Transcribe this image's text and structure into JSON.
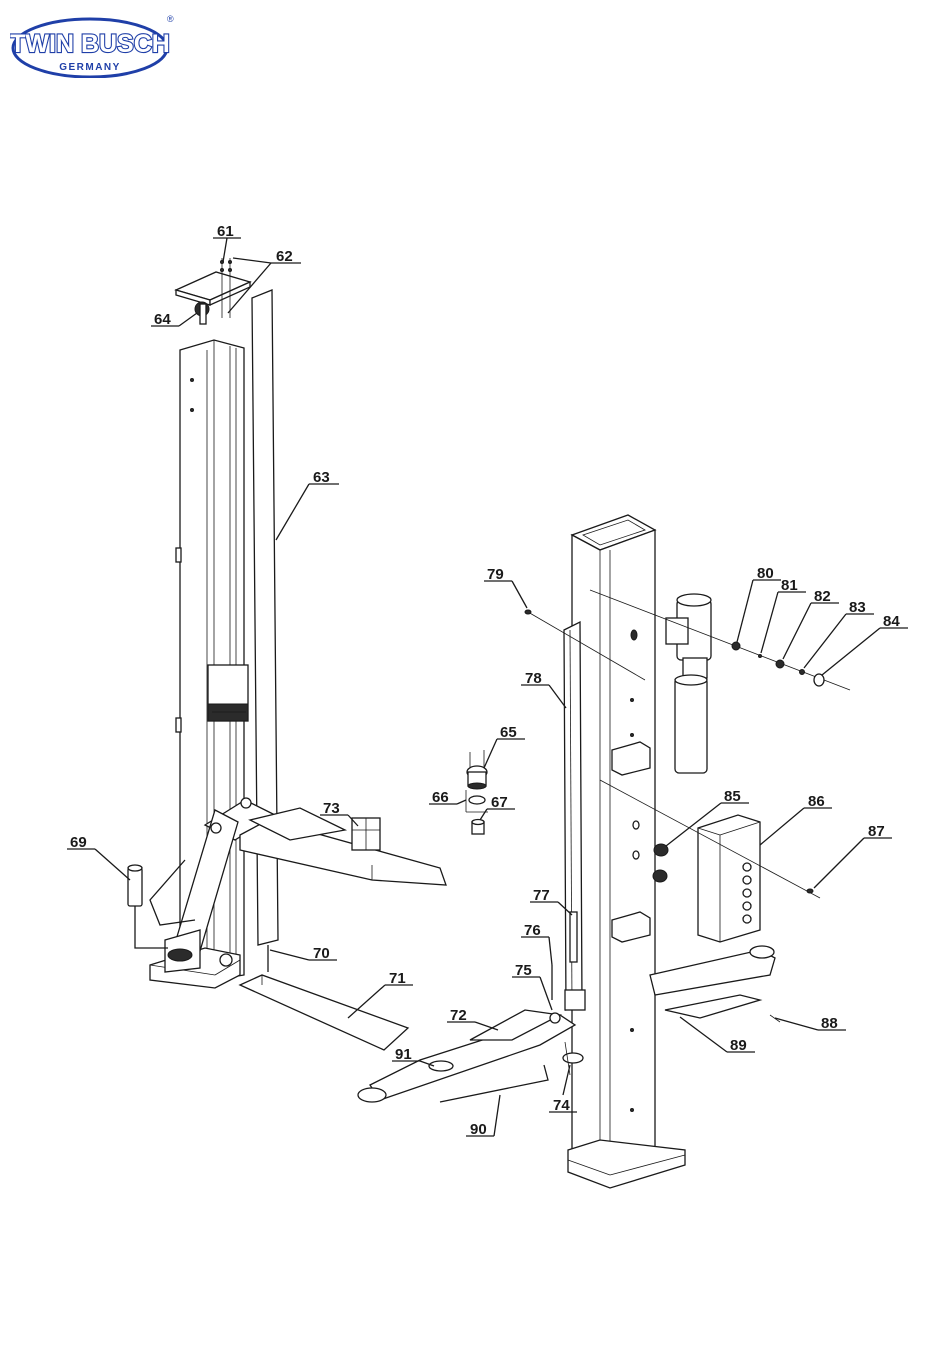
{
  "logo": {
    "brand": "TWIN BUSCH",
    "registered": "®",
    "country": "GERMANY",
    "color": "#1f3fa8"
  },
  "callouts": [
    {
      "id": "c61",
      "text": "61"
    },
    {
      "id": "c62",
      "text": "62"
    },
    {
      "id": "c63",
      "text": "63"
    },
    {
      "id": "c64",
      "text": "64"
    },
    {
      "id": "c65",
      "text": "65"
    },
    {
      "id": "c66",
      "text": "66"
    },
    {
      "id": "c67",
      "text": "67"
    },
    {
      "id": "c69",
      "text": "69"
    },
    {
      "id": "c70",
      "text": "70"
    },
    {
      "id": "c71",
      "text": "71"
    },
    {
      "id": "c72",
      "text": "72"
    },
    {
      "id": "c73",
      "text": "73"
    },
    {
      "id": "c74",
      "text": "74"
    },
    {
      "id": "c75",
      "text": "75"
    },
    {
      "id": "c76",
      "text": "76"
    },
    {
      "id": "c77",
      "text": "77"
    },
    {
      "id": "c78",
      "text": "78"
    },
    {
      "id": "c79",
      "text": "79"
    },
    {
      "id": "c80",
      "text": "80"
    },
    {
      "id": "c81",
      "text": "81"
    },
    {
      "id": "c82",
      "text": "82"
    },
    {
      "id": "c83",
      "text": "83"
    },
    {
      "id": "c84",
      "text": "84"
    },
    {
      "id": "c85",
      "text": "85"
    },
    {
      "id": "c86",
      "text": "86"
    },
    {
      "id": "c87",
      "text": "87"
    },
    {
      "id": "c88",
      "text": "88"
    },
    {
      "id": "c89",
      "text": "89"
    },
    {
      "id": "c90",
      "text": "90"
    },
    {
      "id": "c91",
      "text": "91"
    }
  ]
}
